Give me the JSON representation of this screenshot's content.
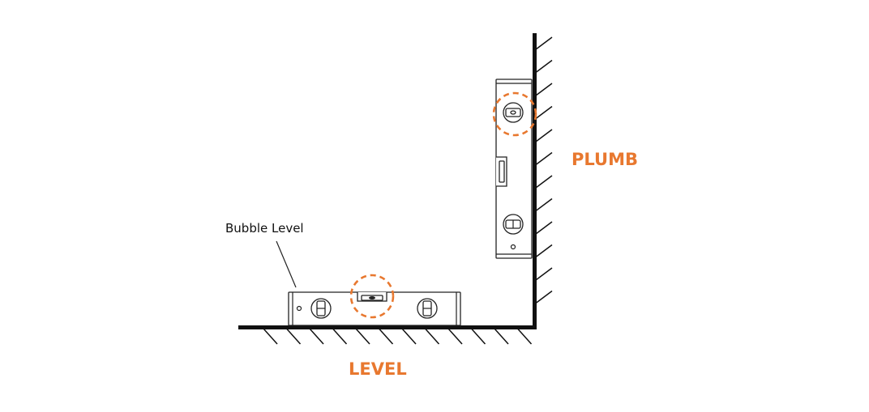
{
  "labels": {
    "bubble_level": "Bubble Level",
    "plumb": "PLUMB",
    "level": "LEVEL"
  },
  "colors": {
    "accent": "#E8782F",
    "line": "#111111"
  },
  "icons": [
    "bubble-level-tool",
    "plumb-level-tool",
    "wall-hatching",
    "floor-hatching"
  ]
}
